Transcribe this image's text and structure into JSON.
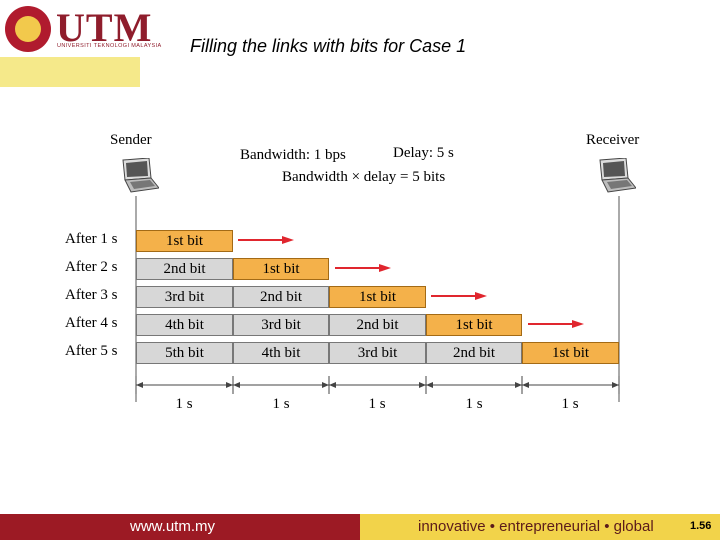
{
  "header": {
    "logo_text": "UTM",
    "logo_subtext": "UNIVERSITI TEKNOLOGI MALAYSIA",
    "title": "Filling the links with bits for Case 1"
  },
  "diagram": {
    "sender_label": "Sender",
    "receiver_label": "Receiver",
    "bandwidth_label": "Bandwidth: 1 bps",
    "delay_label": "Delay: 5 s",
    "product_label": "Bandwidth × delay = 5 bits",
    "rows": [
      {
        "label": "After 1 s",
        "cells": [
          "1st bit"
        ]
      },
      {
        "label": "After 2 s",
        "cells": [
          "2nd bit",
          "1st bit"
        ]
      },
      {
        "label": "After 3 s",
        "cells": [
          "3rd bit",
          "2nd bit",
          "1st bit"
        ]
      },
      {
        "label": "After 4 s",
        "cells": [
          "4th bit",
          "3rd bit",
          "2nd bit",
          "1st bit"
        ]
      },
      {
        "label": "After 5 s",
        "cells": [
          "5th bit",
          "4th bit",
          "3rd bit",
          "2nd bit",
          "1st bit"
        ]
      }
    ],
    "interval_labels": [
      "1 s",
      "1 s",
      "1 s",
      "1 s",
      "1 s"
    ]
  },
  "footer": {
    "url": "www.utm.my",
    "tagline": "innovative • entrepreneurial • global",
    "page_number": "1.56"
  },
  "colors": {
    "highlight": "#f4b14a",
    "cell": "#d7d7d7",
    "arrow": "#e0262e",
    "footer_red": "#9c1a24",
    "footer_yellow": "#f2d34a"
  }
}
